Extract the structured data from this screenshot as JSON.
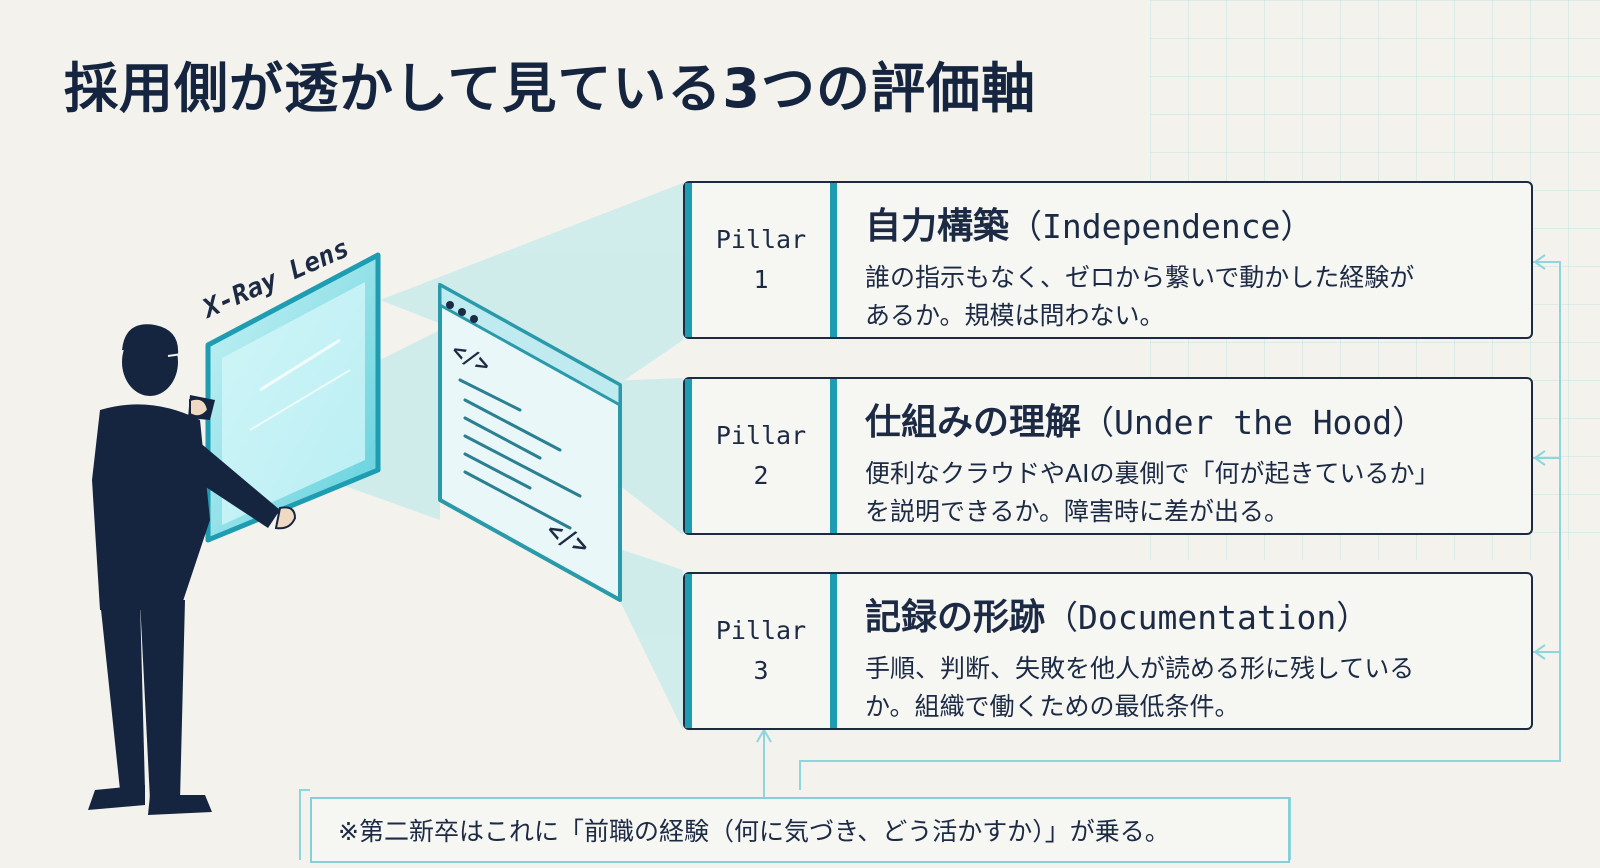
{
  "title": "採用側が透かして見ている3つの評価軸",
  "lens_label": "X-Ray Lens",
  "code_icon": "</>",
  "pillars": [
    {
      "tab_word": "Pillar",
      "number": "1",
      "heading_ja": "自力構築",
      "heading_en": "（Independence）",
      "desc_line1": "誰の指示もなく、ゼロから繋いで動かした経験が",
      "desc_line2": "あるか。規模は問わない。"
    },
    {
      "tab_word": "Pillar",
      "number": "2",
      "heading_ja": "仕組みの理解",
      "heading_en": "（Under the Hood）",
      "desc_line1": "便利なクラウドやAIの裏側で「何が起きているか」",
      "desc_line2": "を説明できるか。障害時に差が出る。"
    },
    {
      "tab_word": "Pillar",
      "number": "3",
      "heading_ja": "記録の形跡",
      "heading_en": "（Documentation）",
      "desc_line1": "手順、判断、失敗を他人が読める形に残している",
      "desc_line2": "か。組織で働くための最低条件。"
    }
  ],
  "note": "※第二新卒はこれに「前職の経験（何に気づき、どう活かすか）」が乗る。",
  "colors": {
    "navy": "#16253f",
    "accent": "#1e9cb2",
    "beam": "#8fe3ea",
    "background": "#f3f2ec"
  }
}
